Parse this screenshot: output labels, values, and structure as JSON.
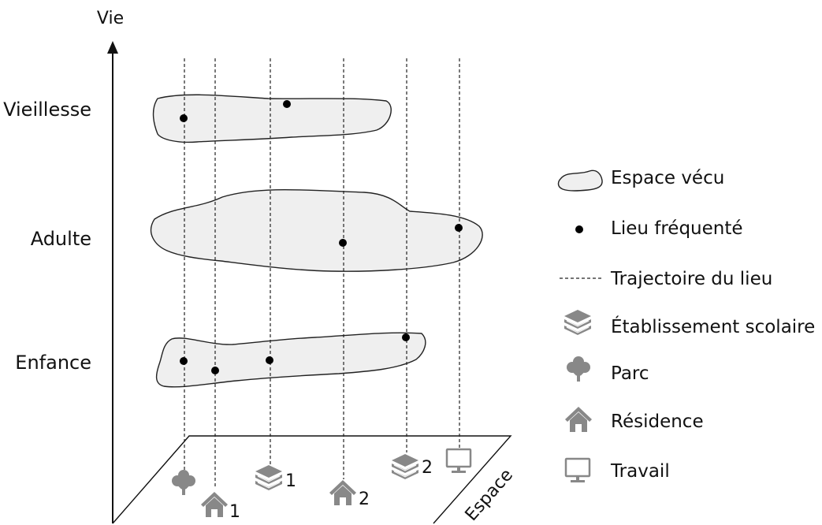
{
  "axes": {
    "vertical_label": "Vie",
    "floor_label": "Espace"
  },
  "stages": [
    {
      "id": "vieillesse",
      "label": "Vieillesse"
    },
    {
      "id": "adulte",
      "label": "Adulte"
    },
    {
      "id": "enfance",
      "label": "Enfance"
    }
  ],
  "places": [
    {
      "id": "park",
      "icon": "tree-icon",
      "number": ""
    },
    {
      "id": "home1",
      "icon": "house-icon",
      "number": "1"
    },
    {
      "id": "school1",
      "icon": "books-icon",
      "number": "1"
    },
    {
      "id": "home2",
      "icon": "house-icon",
      "number": "2"
    },
    {
      "id": "school2",
      "icon": "books-icon",
      "number": "2"
    },
    {
      "id": "work",
      "icon": "monitor-icon",
      "number": ""
    }
  ],
  "legend": {
    "items": [
      {
        "icon": "blob-icon",
        "label": "Espace vécu"
      },
      {
        "icon": "dot-icon",
        "label": "Lieu fréquenté"
      },
      {
        "icon": "dashed-line-icon",
        "label": "Trajectoire du lieu"
      },
      {
        "icon": "books-icon",
        "label": "Établissement scolaire"
      },
      {
        "icon": "tree-icon",
        "label": "Parc"
      },
      {
        "icon": "house-icon",
        "label": "Résidence"
      },
      {
        "icon": "monitor-icon",
        "label": "Travail"
      }
    ]
  },
  "colors": {
    "blob_fill": "#efefef",
    "icon_gray": "#888888",
    "ink": "#111111"
  }
}
